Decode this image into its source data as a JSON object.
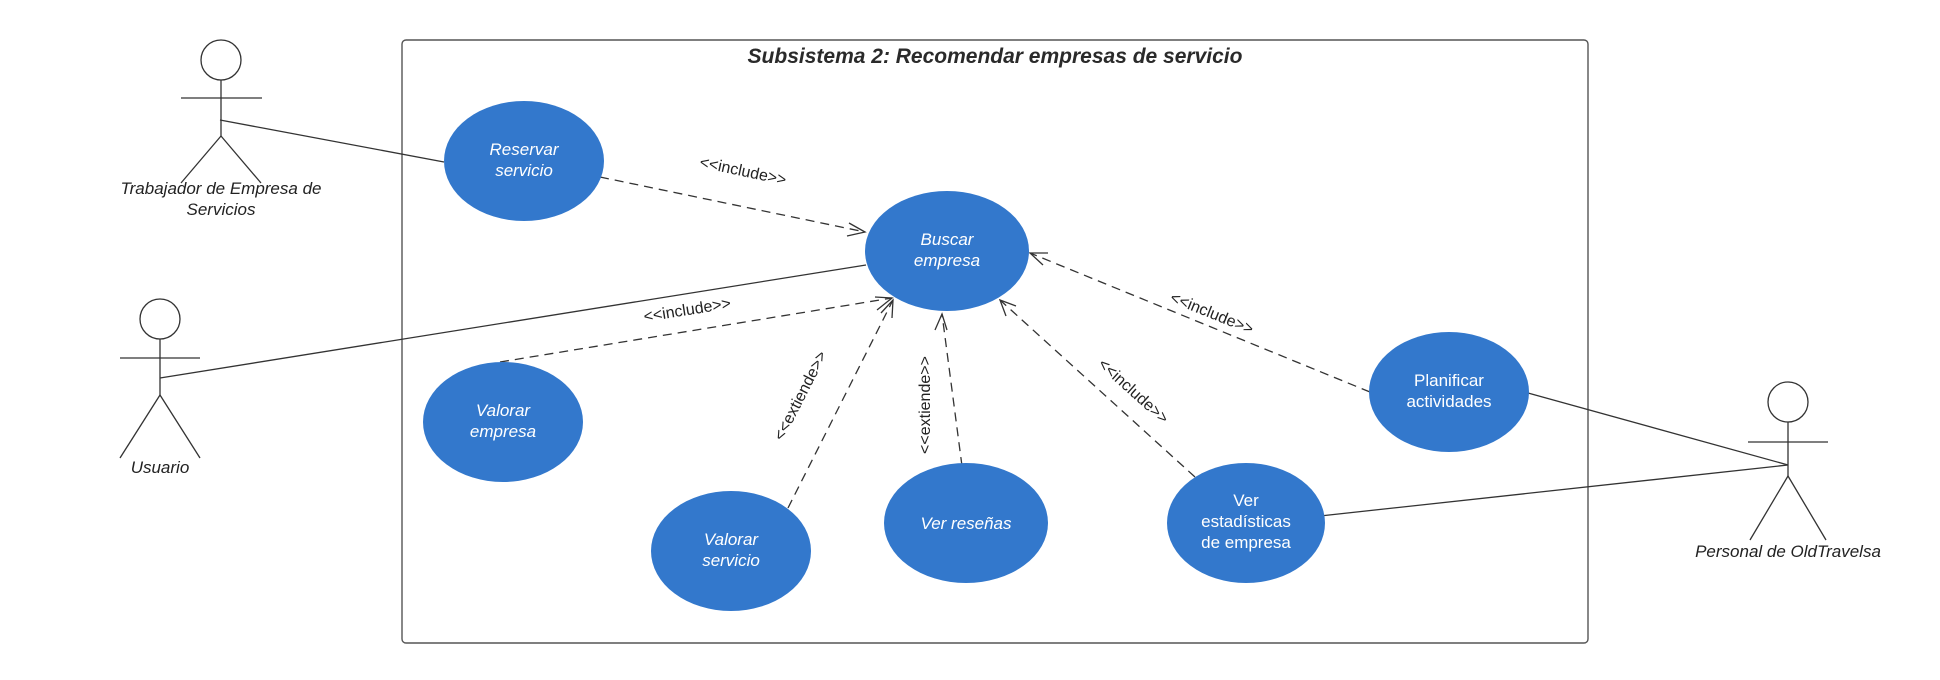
{
  "system": {
    "title": "Subsistema 2: Recomendar empresas de servicio"
  },
  "actors": {
    "trabajador": {
      "line1": "Trabajador de Empresa de",
      "line2": "Servicios"
    },
    "usuario": {
      "label": "Usuario"
    },
    "personal": {
      "label": "Personal de OldTravelsa"
    }
  },
  "use_cases": {
    "reservar": {
      "line1": "Reservar",
      "line2": "servicio"
    },
    "buscar": {
      "line1": "Buscar",
      "line2": "empresa"
    },
    "valorar_empresa": {
      "line1": "Valorar",
      "line2": "empresa"
    },
    "valorar_servicio": {
      "line1": "Valorar",
      "line2": "servicio"
    },
    "ver_resenas": {
      "label": "Ver reseñas"
    },
    "ver_estadisticas": {
      "line1": "Ver",
      "line2": "estadísticas",
      "line3": "de empresa"
    },
    "planificar": {
      "line1": "Planificar",
      "line2": "actividades"
    }
  },
  "relations": {
    "reservar_include": "<<include>>",
    "valorar_empresa_include": "<<include>>",
    "valorar_servicio_extiende": "<<extiende>>",
    "ver_resenas_extiende": "<<extiende>>",
    "ver_estadisticas_include": "<<include>>",
    "planificar_include": "<<include>>"
  },
  "colors": {
    "use_case_fill": "#3378cc",
    "line": "#333333"
  }
}
